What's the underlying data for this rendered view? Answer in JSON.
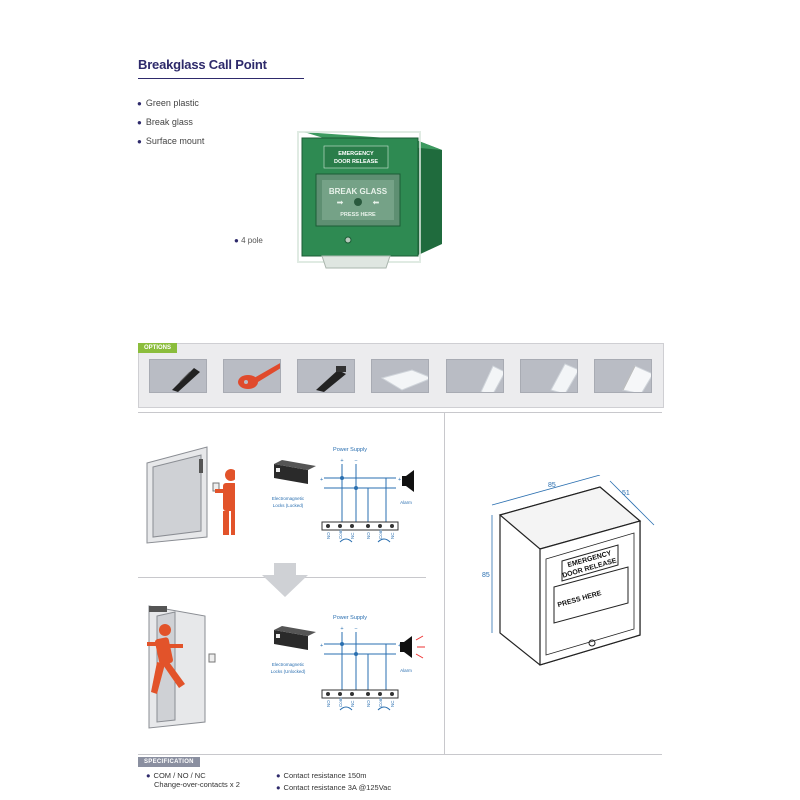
{
  "title": "Breakglass Call Point",
  "features": [
    "Green plastic",
    "Break glass",
    "Surface mount"
  ],
  "pole_note": "4 pole",
  "product": {
    "label_line1": "EMERGENCY",
    "label_line2": "DOOR RELEASE",
    "label_break": "BREAK GLASS",
    "label_press": "PRESS HERE",
    "color": "#2e8a52"
  },
  "options": {
    "tag": "OPTIONS",
    "thumbs": [
      "cable-gland-icon",
      "red-key-icon",
      "cable-gland-icon",
      "glass-pane-icon",
      "glass-pane-icon",
      "glass-pane-icon",
      "hinged-cover-icon"
    ]
  },
  "wiring": {
    "locked": {
      "power_supply": "Power Supply",
      "plus": "+",
      "minus": "−",
      "lock_label_1": "Electromagnetic",
      "lock_label_2": "Locks (Locked)",
      "alarm": "Alarm",
      "terminals": [
        "NO",
        "Com",
        "NC",
        "NO",
        "Com",
        "NC"
      ]
    },
    "unlocked": {
      "power_supply": "Power Supply",
      "plus": "+",
      "minus": "−",
      "lock_label_1": "Electromagnetic",
      "lock_label_2": "Locks (Unlocked)",
      "alarm": "Alarm",
      "terminals": [
        "NO",
        "Com",
        "NC",
        "NO",
        "Com",
        "NC"
      ]
    }
  },
  "dimensions": {
    "width": "85",
    "depth": "51",
    "height": "85",
    "label_line1": "EMERGENCY",
    "label_line2": "DOOR RELEASE",
    "label_press": "PRESS HERE"
  },
  "specification": {
    "tag": "SPECIFICATION",
    "left_line1": "COM / NO / NC",
    "left_line2": "Change-over-contacts x 2",
    "right_line1": "Contact resistance 150m",
    "right_line2": "Contact resistance 3A @125Vac"
  },
  "colors": {
    "title": "#2e2a6b",
    "options_tag": "#8bbd3c",
    "spec_tag": "#8a8fa0",
    "wire": "#2a6fb0",
    "person": "#e2532a"
  }
}
